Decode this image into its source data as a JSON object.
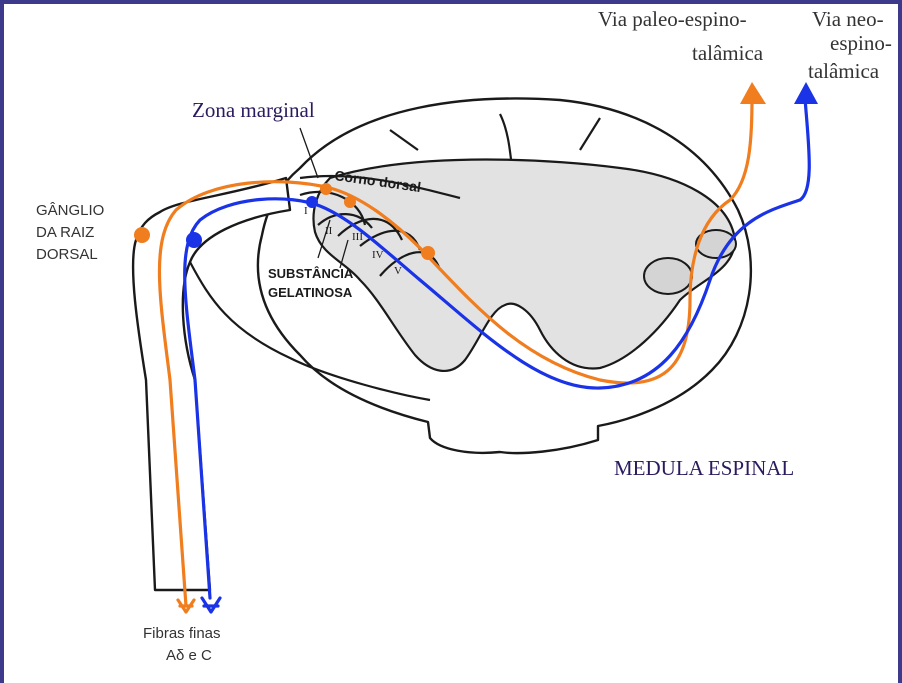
{
  "labels": {
    "via_paleo_line1": "Via paleo-espino-",
    "via_paleo_line2": "talâmica",
    "via_neo_line1": "Via neo-",
    "via_neo_line2": "espino-",
    "via_neo_line3": "talâmica",
    "zona_marginal": "Zona marginal",
    "corno_dorsal": "Corno dorsal",
    "ganglio_line1": "GÂNGLIO",
    "ganglio_line2": "DA RAIZ",
    "ganglio_line3": "DORSAL",
    "substancia_line1": "SUBSTÂNCIA",
    "substancia_line2": "GELATINOSA",
    "medula": "MEDULA ESPINAL",
    "fibras_line1": "Fibras finas",
    "fibras_line2": "Aδ e C",
    "lamina_1": "I",
    "lamina_2": "II",
    "lamina_3": "III",
    "lamina_4": "IV",
    "lamina_5": "V"
  },
  "colors": {
    "paleo_pathway": "#f07d1e",
    "neo_pathway": "#1a33e6",
    "frame": "#3d3a8c",
    "grey_matter": "#e2e2e2",
    "title_text": "#2b1a5e"
  }
}
